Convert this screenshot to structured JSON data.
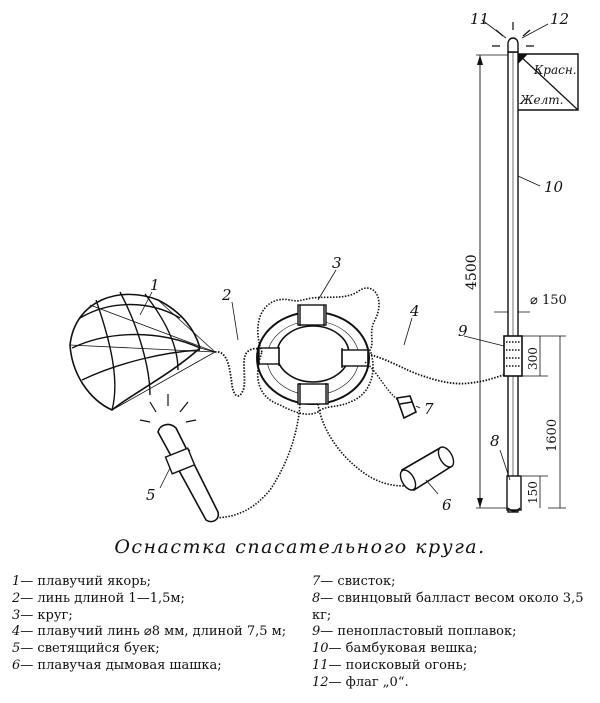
{
  "figure": {
    "callouts": [
      "1",
      "2",
      "3",
      "4",
      "5",
      "6",
      "7",
      "8",
      "9",
      "10",
      "11",
      "12"
    ],
    "flag_top_label": "Красн.",
    "flag_bottom_label": "Желт.",
    "dim_total_height": "4500",
    "dim_float_length": "300",
    "dim_lower_section": "1600",
    "dim_ballast_length": "150",
    "dim_diameter": "⌀ 150"
  },
  "caption": "Оснастка спасательного круга.",
  "legend_left": [
    {
      "num": "1",
      "text": "— плавучий якорь;"
    },
    {
      "num": "2",
      "text": "— линь длиной 1—1,5м;"
    },
    {
      "num": "3",
      "text": "— круг;"
    },
    {
      "num": "4",
      "text": "— плавучий линь ⌀8 мм, длиной 7,5 м;"
    },
    {
      "num": "5",
      "text": "— светящийся буек;"
    },
    {
      "num": "6",
      "text": "— плавучая дымовая шашка;"
    }
  ],
  "legend_right": [
    {
      "num": "7",
      "text": "— свисток;"
    },
    {
      "num": "8",
      "text": "— свинцовый балласт весом около 3,5 кг;"
    },
    {
      "num": "9",
      "text": "— пенопластовый поплавок;"
    },
    {
      "num": "10",
      "text": "— бамбуковая вешка;"
    },
    {
      "num": "11",
      "text": "— поисковый огонь;"
    },
    {
      "num": "12",
      "text": "— флаг „0“."
    }
  ]
}
